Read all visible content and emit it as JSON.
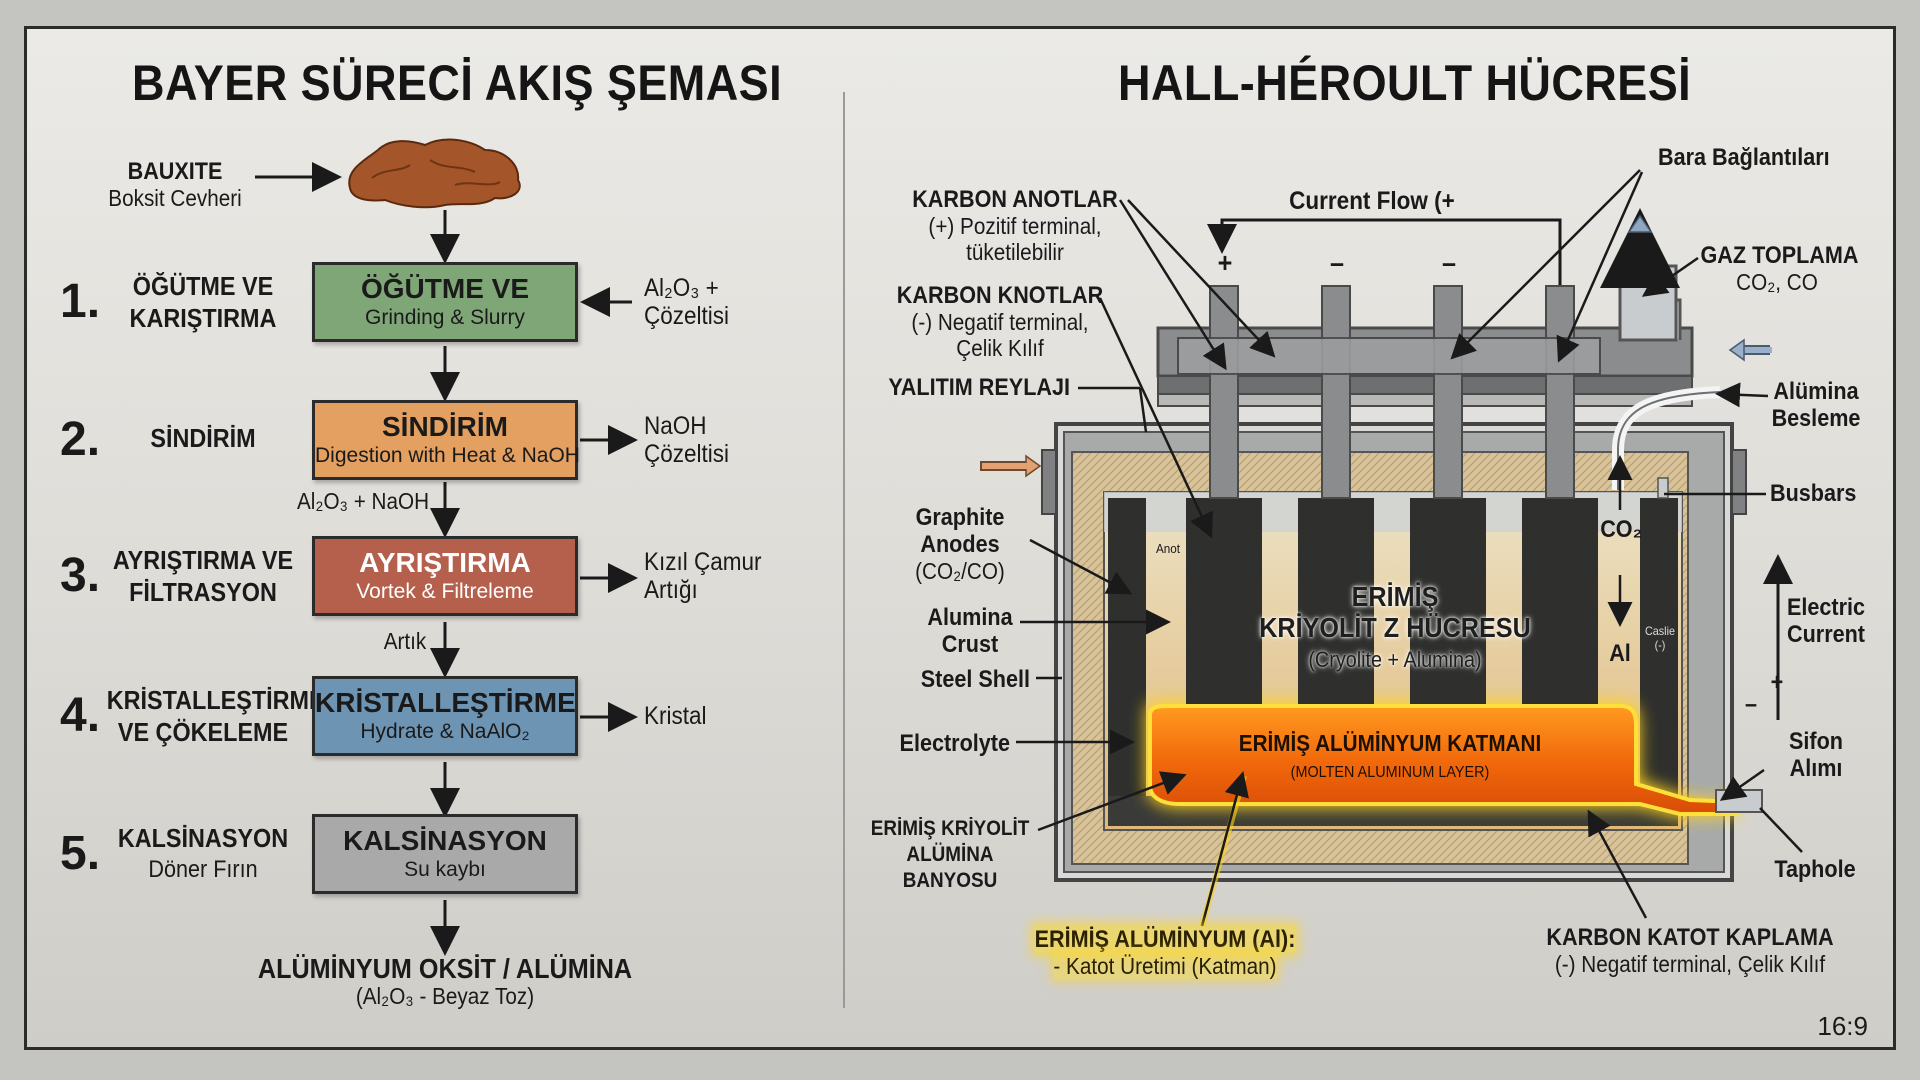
{
  "bayer": {
    "title": "BAYER SÜRECİ AKIŞ ŞEMASI",
    "bauxite": {
      "label": "BAUXITE",
      "sub": "Boksit Cevheri"
    },
    "steps": [
      {
        "num": "1.",
        "label": "ÖĞÜTME VE\nKARIŞTIRMA",
        "box_title": "ÖĞÜTME VE",
        "box_sub": "Grinding & Slurry",
        "color": "#7fa676",
        "side": "Al₂O₃ +\nÇözeltisi",
        "side_dir": "in"
      },
      {
        "num": "2.",
        "label": "SİNDİRİM",
        "box_title": "SİNDİRİM",
        "box_sub": "Digestion with Heat & NaOH",
        "color": "#e3a060",
        "side": "NaOH\nÇözeltisi",
        "side_dir": "out"
      },
      {
        "num": "3.",
        "label": "AYRIŞTIRMA VE\nFİLTRASYON",
        "box_title": "AYRIŞTIRMA",
        "box_sub": "Vortek & Filtreleme",
        "color": "#b55f4d",
        "side": "Kızıl Çamur\nArtığı",
        "side_dir": "out"
      },
      {
        "num": "4.",
        "label": "KRİSTALLEŞTİRME\nVE ÇÖKELEME",
        "box_title": "KRİSTALLEŞTİRME",
        "box_sub": "Hydrate & NaAlO₂",
        "color": "#6e94b3",
        "side": "Kristal",
        "side_dir": "out"
      },
      {
        "num": "5.",
        "label": "KALSİNASYON",
        "label_sub": "Döner Fırın",
        "box_title": "KALSİNASYON",
        "box_sub": "Su kaybı",
        "color": "#a9a9a9",
        "side": "",
        "side_dir": "none"
      }
    ],
    "between": [
      "",
      "Al₂O₃ + NaOH",
      "Artık",
      "",
      ""
    ],
    "final": {
      "title": "ALÜMİNYUM OKSİT / ALÜMİNA",
      "sub": "(Al₂O₃ - Beyaz Toz)"
    }
  },
  "hall": {
    "title": "HALL-HÉROULT HÜCRESİ",
    "current_flow": "Current Flow (+",
    "anode_signs": [
      "+",
      "–",
      "–",
      ""
    ],
    "labels": {
      "karbon_anotlar": "KARBON ANOTLAR",
      "karbon_anotlar_sub": "(+) Pozitif terminal,\ntüketilebilir",
      "karbon_knotlar": "KARBON KNOTLAR",
      "karbon_knotlar_sub": "(-) Negatif terminal,\nÇelik Kılıf",
      "yalitim": "YALITIM REYLAJI",
      "graphite": "Graphite\nAnodes",
      "graphite_sub": "(CO₂/CO)",
      "alumina_crust": "Alumina\nCrust",
      "steel_shell": "Steel Shell",
      "electrolyte": "Electrolyte",
      "erimis_kriyolit": "ERİMİŞ KRİYOLİT\nALÜMİNA BANYOSU",
      "bara": "Bara Bağlantıları",
      "gaz": "GAZ TOPLAMA",
      "gaz_sub": "CO₂, CO",
      "alumina_besleme": "Alümina\nBesleme",
      "busbars": "Busbars",
      "electric_current": "Electric\nCurrent",
      "sifon": "Sifon\nAlımı",
      "taphole": "Taphole",
      "katot": "KARBON KATOT KAPLAMA",
      "katot_sub": "(-) Negatif terminal, Çelik Kılıf",
      "erimis_al": "ERİMİŞ ALÜMİNYUM (Al):",
      "erimis_al_sub": "- Katot Üretimi (Katman)",
      "anot_small": "Anot",
      "casing_small": "Caslie\n(-)",
      "co2": "CO₂",
      "al": "Al",
      "plus": "+",
      "minus": "–"
    },
    "bath_title": "ERİMİŞ\nKRİYOLİT Z HÜCRESU",
    "bath_sub": "(Cryolite + Alumina)",
    "metal_title": "ERİMİŞ ALÜMİNYUM KATMANI",
    "metal_sub": "(MOLTEN ALUMINUM LAYER)"
  },
  "corner": "16:9",
  "colors": {
    "metal": "#f07a10",
    "glow": "#ffd21a",
    "bath": "#e8d7b0",
    "anode": "#2f302d"
  }
}
